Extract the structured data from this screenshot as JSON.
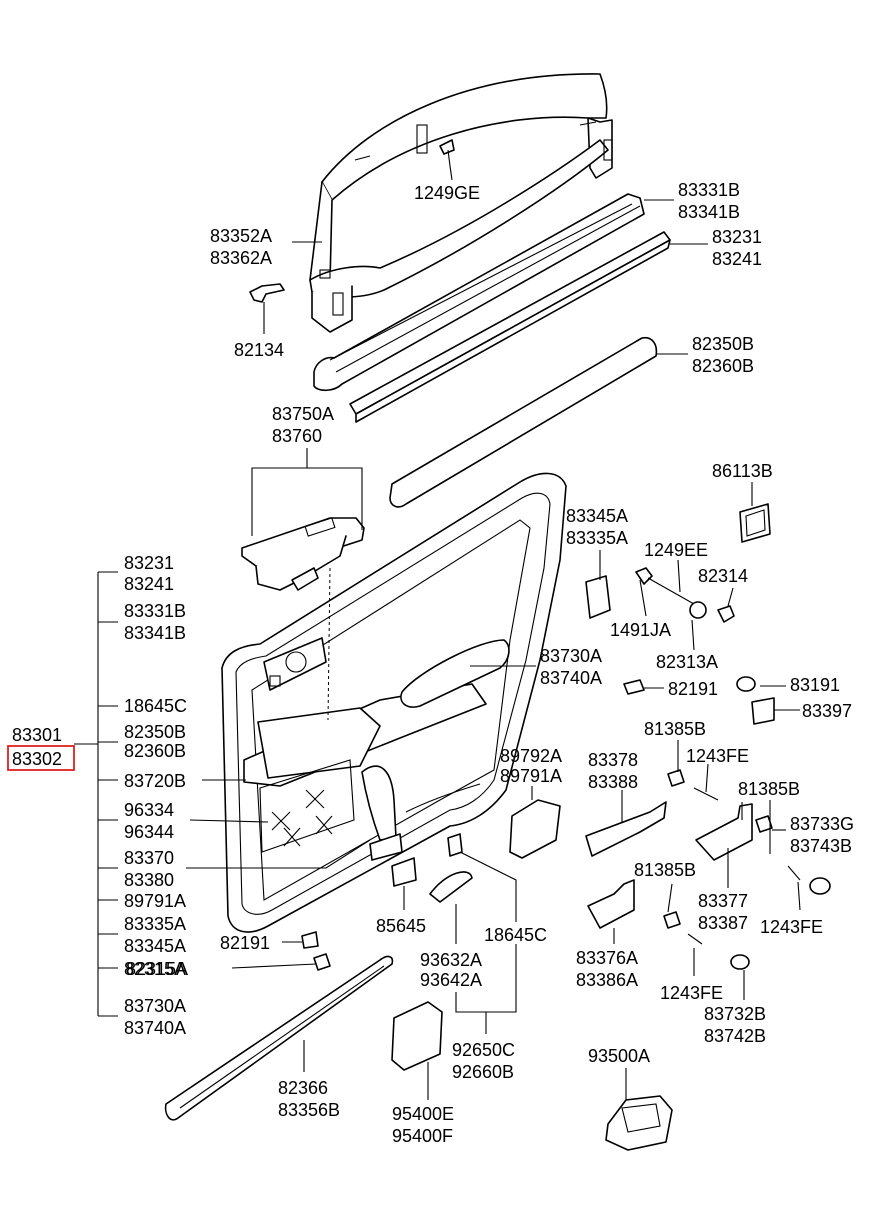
{
  "callouts": {
    "c1249GE": "1249GE",
    "c83352A": "83352A",
    "c83362A": "83362A",
    "c83331B_top": "83331B",
    "c83341B_top": "83341B",
    "c83231_top": "83231",
    "c83241_top": "83241",
    "c82134": "82134",
    "c82350B_top": "82350B",
    "c82360B_top": "82360B",
    "c83750A": "83750A",
    "c83760": "83760",
    "c86113B": "86113B",
    "c83345A_top": "83345A",
    "c83335A_top": "83335A",
    "c1249EE": "1249EE",
    "c82314": "82314",
    "c1491JA": "1491JA",
    "c83730A_mid": "83730A",
    "c83740A_mid": "83740A",
    "c82313A": "82313A",
    "c82191_mid": "82191",
    "c83191": "83191",
    "c83397": "83397",
    "c81385B_1": "81385B",
    "c1243FE_1": "1243FE",
    "c81385B_2": "81385B",
    "c89792A": "89792A",
    "c89791A_mid": "89791A",
    "c83378": "83378",
    "c83388": "83388",
    "c83733G": "83733G",
    "c83743B": "83743B",
    "c81385B_3": "81385B",
    "c83377": "83377",
    "c83387": "83387",
    "c1243FE_2": "1243FE",
    "c83376A": "83376A",
    "c83386A": "83386A",
    "c1243FE_3": "1243FE",
    "c83732B": "83732B",
    "c83742B": "83742B",
    "c18645C_mid": "18645C",
    "c85645": "85645",
    "c93632A": "93632A",
    "c93642A": "93642A",
    "c92650C": "92650C",
    "c92660B": "92660B",
    "c93500A": "93500A",
    "c95400E": "95400E",
    "c95400F": "95400F",
    "c82366": "82366",
    "c83356B": "83356B",
    "c82191_left": "82191",
    "c82315A": "82315A"
  },
  "assembly": {
    "main_upper": "83301",
    "main_lower": "83302",
    "highlight_color": "#e02020",
    "list": [
      "83231",
      "83241",
      "83331B",
      "83341B",
      "18645C",
      "82350B",
      "82360B",
      "83720B",
      "96334",
      "96344",
      "83370",
      "83380",
      "89791A",
      "83335A",
      "83345A",
      "82315A",
      "83730A",
      "83740A"
    ]
  }
}
